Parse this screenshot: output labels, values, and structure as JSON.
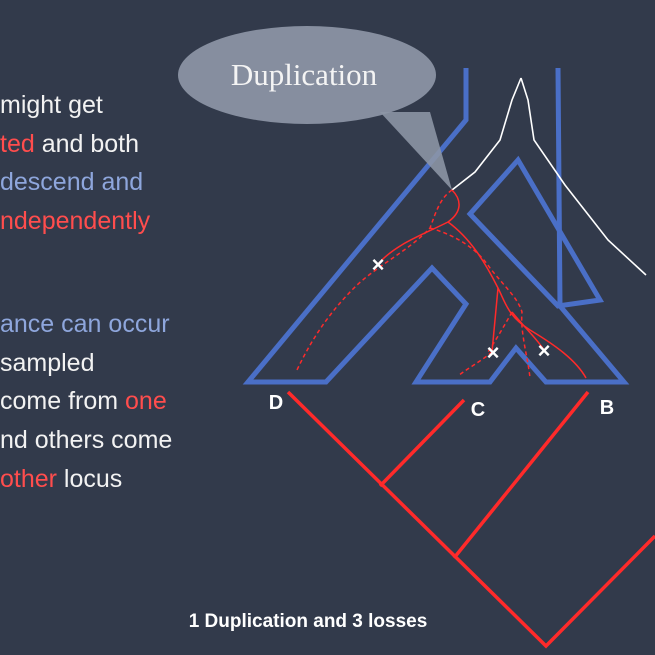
{
  "left_text": {
    "block1": [
      {
        "segments": [
          {
            "text": "might get",
            "color": "w"
          }
        ]
      },
      {
        "segments": [
          {
            "text": "ted",
            "color": "r"
          },
          {
            "text": " and both",
            "color": "w"
          }
        ]
      },
      {
        "segments": [
          {
            "text": "descend and",
            "color": "b"
          }
        ]
      },
      {
        "segments": [
          {
            "text": "ndependently",
            "color": "r"
          }
        ]
      }
    ],
    "block2": [
      {
        "segments": [
          {
            "text": "ance can occur",
            "color": "b"
          }
        ]
      },
      {
        "segments": [
          {
            "text": "sampled",
            "color": "w"
          }
        ]
      },
      {
        "segments": [
          {
            "text": "come from ",
            "color": "w"
          },
          {
            "text": "one",
            "color": "r"
          }
        ]
      },
      {
        "segments": [
          {
            "text": "nd others come",
            "color": "w"
          }
        ]
      },
      {
        "segments": [
          {
            "text": "other",
            "color": "r"
          },
          {
            "text": " locus",
            "color": "w"
          }
        ]
      }
    ]
  },
  "diagram": {
    "bubble_label": "Duplication",
    "leaf_labels": {
      "d": "D",
      "c": "C",
      "b": "B"
    },
    "caption": "1 Duplication and 3 losses",
    "loss_marker": "×",
    "colors": {
      "species_tree": "#4a6fc7",
      "gene_tree": "#ff2a2a",
      "ancestral_lineage": "#ffffff",
      "bubble_fill": "#8d96a6",
      "background": "#323a4b"
    }
  }
}
